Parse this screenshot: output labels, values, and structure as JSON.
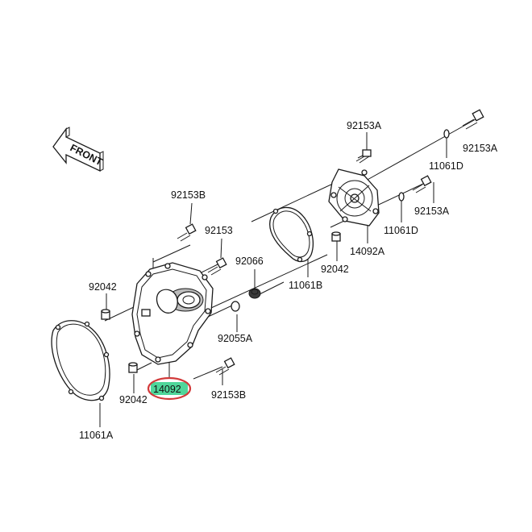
{
  "labels": {
    "front_arrow": "FRONT",
    "bolt_top": "92153A",
    "bolt_top_right": "92153A",
    "washer_top_right": "11061D",
    "bolt_mid_right": "92153A",
    "washer_mid_right": "11061D",
    "cover_small": "14092A",
    "pin_mid": "92042",
    "gasket_mid": "11061B",
    "bolt_left_top": "92153B",
    "bolt_left": "92153",
    "plug": "92066",
    "oring": "92055A",
    "pin_left_top": "92042",
    "pin_left_bottom": "92042",
    "cover_main": "14092",
    "bolt_bottom": "92153B",
    "gasket_left": "11061A"
  },
  "highlight": {
    "target": "14092",
    "fill": "#4fd69a",
    "ring": "#d23a3a"
  }
}
